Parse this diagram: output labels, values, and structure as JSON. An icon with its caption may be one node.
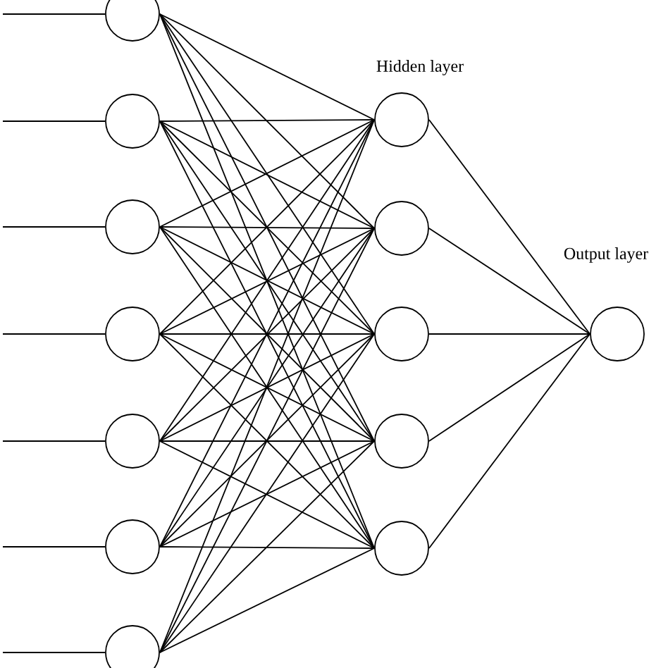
{
  "diagram": {
    "nodes": [
      {
        "text": [],
        "shape": "circle"
      },
      {
        "text": [],
        "shape": "circle"
      },
      {
        "text": [],
        "shape": "circle"
      },
      {
        "text": [],
        "shape": "circle"
      },
      {
        "text": [],
        "shape": "circle"
      },
      {
        "text": [],
        "shape": "circle"
      },
      {
        "text": [],
        "shape": "circle"
      },
      {
        "text": [],
        "shape": "circle"
      },
      {
        "text": [],
        "shape": "circle"
      },
      {
        "text": [],
        "shape": "circle"
      },
      {
        "text": [],
        "shape": "circle"
      },
      {
        "text": [],
        "shape": "circle"
      },
      {
        "text": [],
        "shape": "circle"
      }
    ],
    "edges": [
      {
        "from": null,
        "to": 0,
        "arrow": "none"
      },
      {
        "from": null,
        "to": 1,
        "arrow": "none"
      },
      {
        "from": null,
        "to": 2,
        "arrow": "none"
      },
      {
        "from": null,
        "to": 3,
        "arrow": "none"
      },
      {
        "from": null,
        "to": 4,
        "arrow": "none"
      },
      {
        "from": null,
        "to": 5,
        "arrow": "none"
      },
      {
        "from": null,
        "to": 6,
        "arrow": "none"
      },
      {
        "from": 0,
        "to": 7,
        "arrow": "none"
      },
      {
        "from": 0,
        "to": 8,
        "arrow": "none"
      },
      {
        "from": 0,
        "to": 9,
        "arrow": "none"
      },
      {
        "from": 0,
        "to": 10,
        "arrow": "none"
      },
      {
        "from": 0,
        "to": 11,
        "arrow": "none"
      },
      {
        "from": 1,
        "to": 7,
        "arrow": "none"
      },
      {
        "from": 1,
        "to": 8,
        "arrow": "none"
      },
      {
        "from": 1,
        "to": 9,
        "arrow": "none"
      },
      {
        "from": 1,
        "to": 10,
        "arrow": "none"
      },
      {
        "from": 1,
        "to": 11,
        "arrow": "none"
      },
      {
        "from": 2,
        "to": 7,
        "arrow": "none"
      },
      {
        "from": 2,
        "to": 8,
        "arrow": "none"
      },
      {
        "from": 2,
        "to": 9,
        "arrow": "none"
      },
      {
        "from": 2,
        "to": 10,
        "arrow": "none"
      },
      {
        "from": 2,
        "to": 11,
        "arrow": "none"
      },
      {
        "from": 3,
        "to": 7,
        "arrow": "none"
      },
      {
        "from": 3,
        "to": 8,
        "arrow": "none"
      },
      {
        "from": 3,
        "to": 9,
        "arrow": "none"
      },
      {
        "from": 3,
        "to": 10,
        "arrow": "none"
      },
      {
        "from": 3,
        "to": 11,
        "arrow": "none"
      },
      {
        "from": 4,
        "to": 7,
        "arrow": "none"
      },
      {
        "from": 4,
        "to": 8,
        "arrow": "none"
      },
      {
        "from": 4,
        "to": 9,
        "arrow": "none"
      },
      {
        "from": 4,
        "to": 10,
        "arrow": "none"
      },
      {
        "from": 4,
        "to": 11,
        "arrow": "none"
      },
      {
        "from": 5,
        "to": 7,
        "arrow": "none"
      },
      {
        "from": 5,
        "to": 8,
        "arrow": "none"
      },
      {
        "from": 5,
        "to": 9,
        "arrow": "none"
      },
      {
        "from": 5,
        "to": 10,
        "arrow": "none"
      },
      {
        "from": 5,
        "to": 11,
        "arrow": "none"
      },
      {
        "from": 6,
        "to": 7,
        "arrow": "none"
      },
      {
        "from": 6,
        "to": 8,
        "arrow": "none"
      },
      {
        "from": 6,
        "to": 9,
        "arrow": "none"
      },
      {
        "from": 6,
        "to": 10,
        "arrow": "none"
      },
      {
        "from": 6,
        "to": 11,
        "arrow": "none"
      },
      {
        "from": 7,
        "to": 12,
        "arrow": "none"
      },
      {
        "from": 8,
        "to": 12,
        "arrow": "none"
      },
      {
        "from": 9,
        "to": 12,
        "arrow": "none"
      },
      {
        "from": 10,
        "to": 12,
        "arrow": "none"
      },
      {
        "from": 11,
        "to": 12,
        "arrow": "none"
      }
    ],
    "labels": [
      "Hidden layer",
      "Output layer"
    ]
  }
}
